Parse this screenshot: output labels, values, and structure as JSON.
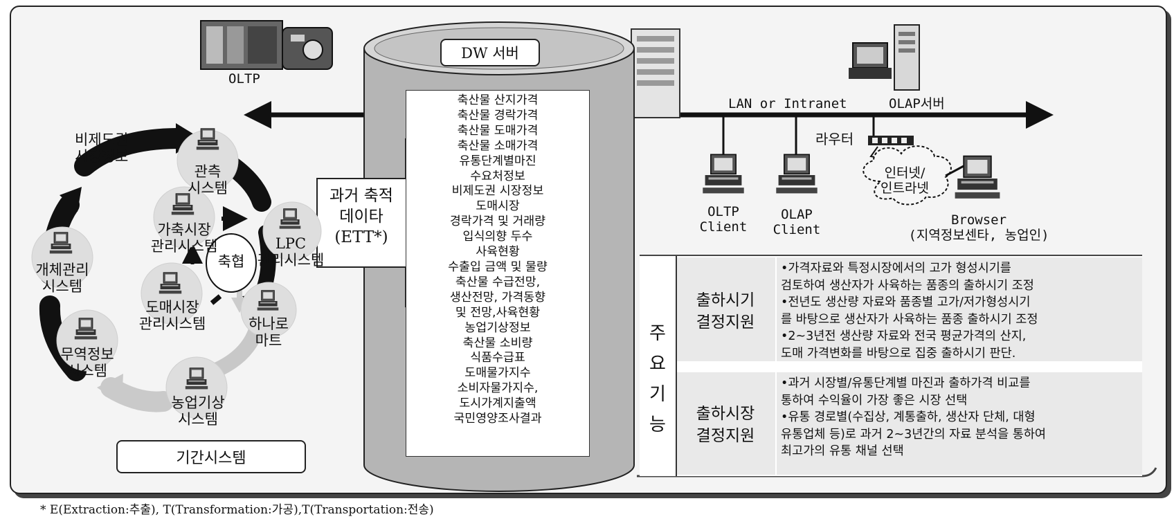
{
  "dw": {
    "title": "DW 서버",
    "items": [
      "축산물 산지가격",
      "축산물 경락가격",
      "축산물 도매가격",
      "축산물 소매가격",
      "유통단계별마진",
      "수요처정보",
      "비제도권 시장정보",
      "도매시장",
      "경락가격 및 거래량",
      "입식의향 두수",
      "사육현황",
      "수출입 금액 및 물량",
      "축산물 수급전망,",
      "생산전망, 가격동향",
      "및 전망,사육현황",
      "농업기상정보",
      "축산물 소비량",
      "식품수급표",
      "도매물가지수",
      "소비자물가지수,",
      "도시가계지출액",
      "국민영양조사결과"
    ]
  },
  "ett": {
    "line1": "과거 축적",
    "line2": "데이타",
    "line3": "(ETT*)"
  },
  "network": {
    "oltp": "OLTP",
    "lan": "LAN or Intranet",
    "olap_server": "OLAP서버",
    "router": "라우터",
    "internet_line1": "인터넷/",
    "internet_line2": "인트라넷",
    "oltp_client_1": "OLTP",
    "oltp_client_2": "Client",
    "olap_client_1": "OLAP",
    "olap_client_2": "Client",
    "browser_1": "Browser",
    "browser_2": "(지역정보센타, 농업인)"
  },
  "cycle": {
    "bijedo_1": "비제도권",
    "bijedo_2": "시장정보",
    "gwanchuk_1": "관측",
    "gwanchuk_2": "시스템",
    "gachuk_1": "가축시장",
    "gachuk_2": "관리시스템",
    "lpc_1": "LPC",
    "lpc_2": "관리시스템",
    "gaechae_1": "개체관리",
    "gaechae_2": "시스템",
    "center": "축협",
    "domae_1": "도매시장",
    "domae_2": "관리시스템",
    "hanaro_1": "하나로",
    "hanaro_2": "마트",
    "muyeok_1": "무역정보",
    "muyeok_2": "시스템",
    "nongup_1": "농업기상",
    "nongup_2": "시스템",
    "kigan": "기간시스템"
  },
  "features": {
    "key": [
      "주",
      "요",
      "기",
      "능"
    ],
    "rows": [
      {
        "name": [
          "출하시기",
          "결정지원"
        ],
        "lines": [
          "•가격자료와 특정시장에서의 고가 형성시기를",
          "검토하여 생산자가 사육하는 품종의 출하시기 조정",
          "•전년도 생산량 자료와 품종별 고가/저가형성시기",
          " 를 바탕으로 생산자가 사육하는 품종 출하시기 조정",
          "•2~3년전 생산량 자료와 전국 평균가격의 산지,",
          "도매 가격변화를 바탕으로 집중 출하시기 판단."
        ]
      },
      {
        "name": [
          "출하시장",
          "결정지원"
        ],
        "lines": [
          "•과거 시장별/유통단계별 마진과 출하가격 비교를",
          "통하여 수익율이 가장 좋은 시장 선택",
          "•유통 경로별(수집상, 계통출하, 생산자 단체, 대형",
          "유통업체 등)로 과거 2~3년간의 자료 분석을 통하여",
          "최고가의 유통 채널 선택"
        ]
      }
    ]
  },
  "footnote": "* E(Extraction:추출), T(Transformation:가공),T(Transportation:전송)"
}
